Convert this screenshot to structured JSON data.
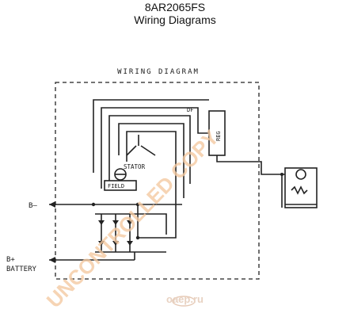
{
  "header": {
    "part_number": "8AR2065FS",
    "subtitle": "Wiring Diagrams"
  },
  "diagram": {
    "title": "WIRING DIAGRAM",
    "labels": {
      "df": "DF",
      "reg": "REG",
      "stator": "STATOR",
      "field": "FIELD",
      "b_minus": "B–",
      "b_plus": "B+",
      "battery": "BATTERY"
    }
  },
  "watermark": {
    "text": "UNCONTROLLED COPY",
    "logo": "oaep.ru"
  }
}
